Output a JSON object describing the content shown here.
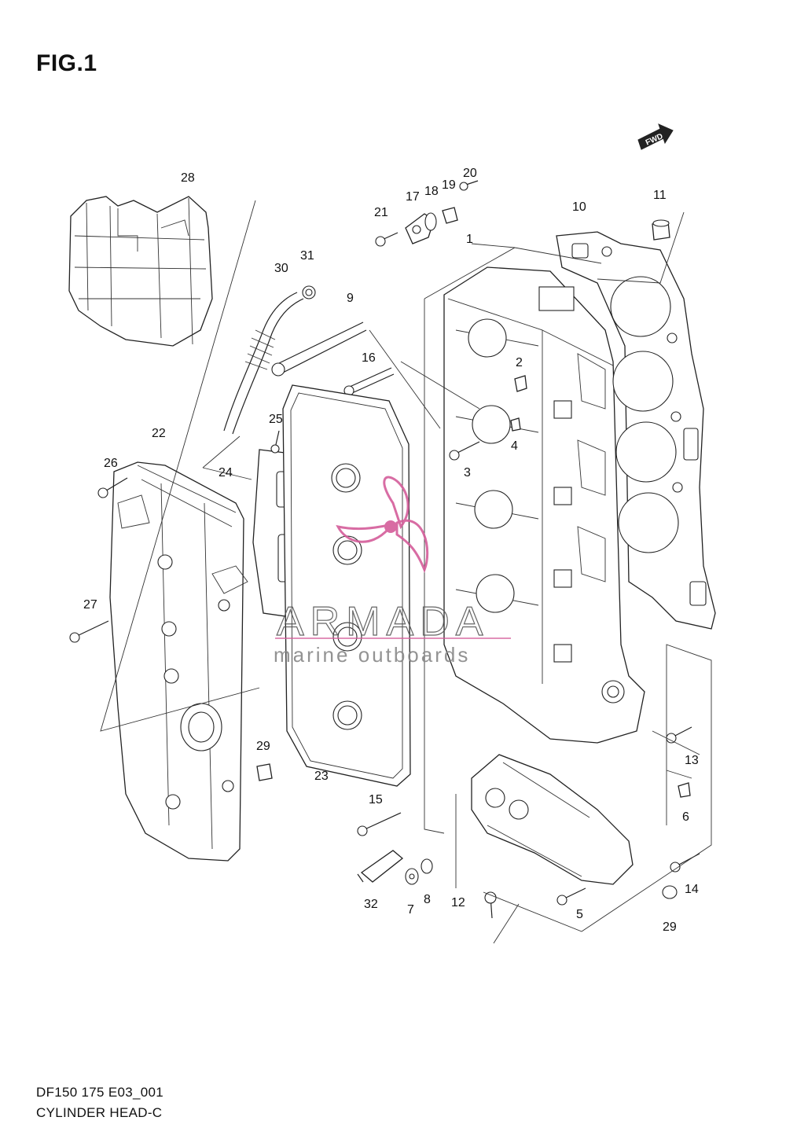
{
  "figure": {
    "title": "FIG.1",
    "code": "DF150 175 E03_001",
    "caption": "CYLINDER HEAD-C"
  },
  "direction_badge": {
    "text": "FWD"
  },
  "watermark": {
    "brand": "ARMADA",
    "tagline": "marine outboards",
    "accent_color": "#d45d9a"
  },
  "callouts": [
    {
      "id": "c1",
      "label": "1"
    },
    {
      "id": "c2",
      "label": "2"
    },
    {
      "id": "c3",
      "label": "3"
    },
    {
      "id": "c4",
      "label": "4"
    },
    {
      "id": "c5",
      "label": "5"
    },
    {
      "id": "c6",
      "label": "6"
    },
    {
      "id": "c7",
      "label": "7"
    },
    {
      "id": "c8",
      "label": "8"
    },
    {
      "id": "c9",
      "label": "9"
    },
    {
      "id": "c10",
      "label": "10"
    },
    {
      "id": "c11",
      "label": "11"
    },
    {
      "id": "c12",
      "label": "12"
    },
    {
      "id": "c13",
      "label": "13"
    },
    {
      "id": "c14",
      "label": "14"
    },
    {
      "id": "c15",
      "label": "15"
    },
    {
      "id": "c16",
      "label": "16"
    },
    {
      "id": "c17",
      "label": "17"
    },
    {
      "id": "c18",
      "label": "18"
    },
    {
      "id": "c19",
      "label": "19"
    },
    {
      "id": "c20",
      "label": "20"
    },
    {
      "id": "c21",
      "label": "21"
    },
    {
      "id": "c22",
      "label": "22"
    },
    {
      "id": "c23",
      "label": "23"
    },
    {
      "id": "c24",
      "label": "24"
    },
    {
      "id": "c25",
      "label": "25"
    },
    {
      "id": "c26",
      "label": "26"
    },
    {
      "id": "c27",
      "label": "27"
    },
    {
      "id": "c28",
      "label": "28"
    },
    {
      "id": "c29a",
      "label": "29"
    },
    {
      "id": "c29b",
      "label": "29"
    },
    {
      "id": "c30",
      "label": "30"
    },
    {
      "id": "c31",
      "label": "31"
    },
    {
      "id": "c32",
      "label": "32"
    }
  ]
}
